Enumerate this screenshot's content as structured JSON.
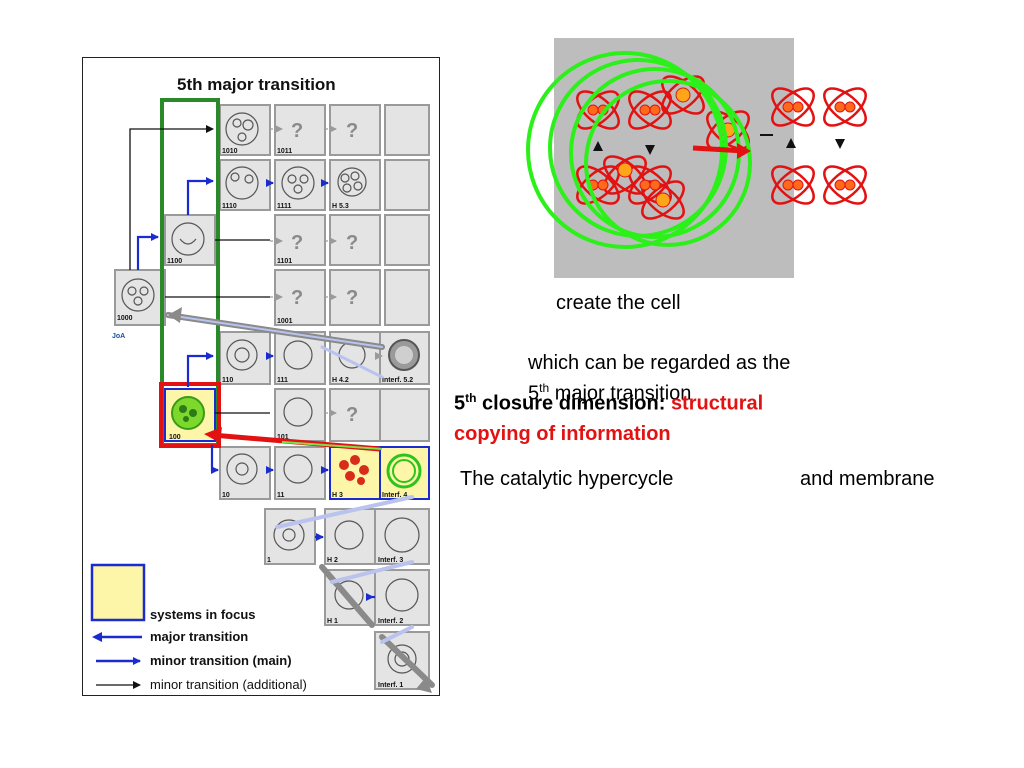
{
  "diagram": {
    "title": "5th major transition",
    "question_mark": "?",
    "cells": {
      "c1010": "1010",
      "c1011": "1011",
      "c1110": "1110",
      "c1111": "1111",
      "h53": "H 5.3",
      "c1100": "1100",
      "c1101": "1101",
      "c1000": "1000",
      "c1001": "1001",
      "joa": "JoA",
      "c110": "110",
      "c111": "111",
      "h42": "H 4.2",
      "i52": "Interf. 5.2",
      "c100": "100",
      "c101": "101",
      "c10": "10",
      "c11": "11",
      "h3": "H 3",
      "i4": "Interf. 4",
      "c1": "1",
      "h2": "H 2",
      "i3": "Interf. 3",
      "h1": "H 1",
      "i2": "Interf. 2",
      "i1": "Interf. 1"
    },
    "legend": {
      "systems_in_focus": "systems in focus",
      "major_transition": "major transition",
      "minor_main": "minor transition (main)",
      "minor_additional": "minor transition (additional)"
    }
  },
  "text": {
    "create_cell": "create the cell",
    "regarded_line1": "which can be regarded as the",
    "regarded_sup": "th",
    "regarded_line2_pre": "5",
    "regarded_line2_post": " major transition",
    "closure_num": "5",
    "closure_sup": "th",
    "closure_black": " closure dimension: ",
    "closure_red1": "structural",
    "closure_red2": "copying of information",
    "hypercycle": "The catalytic hypercycle",
    "membrane": "and membrane"
  },
  "colors": {
    "green_frame": "#2a8a2a",
    "red_frame": "#e31212",
    "blue_arrow": "#1a2bd0",
    "focus_fill": "#fdf6a8",
    "cell_bg": "#bdbdbd"
  }
}
